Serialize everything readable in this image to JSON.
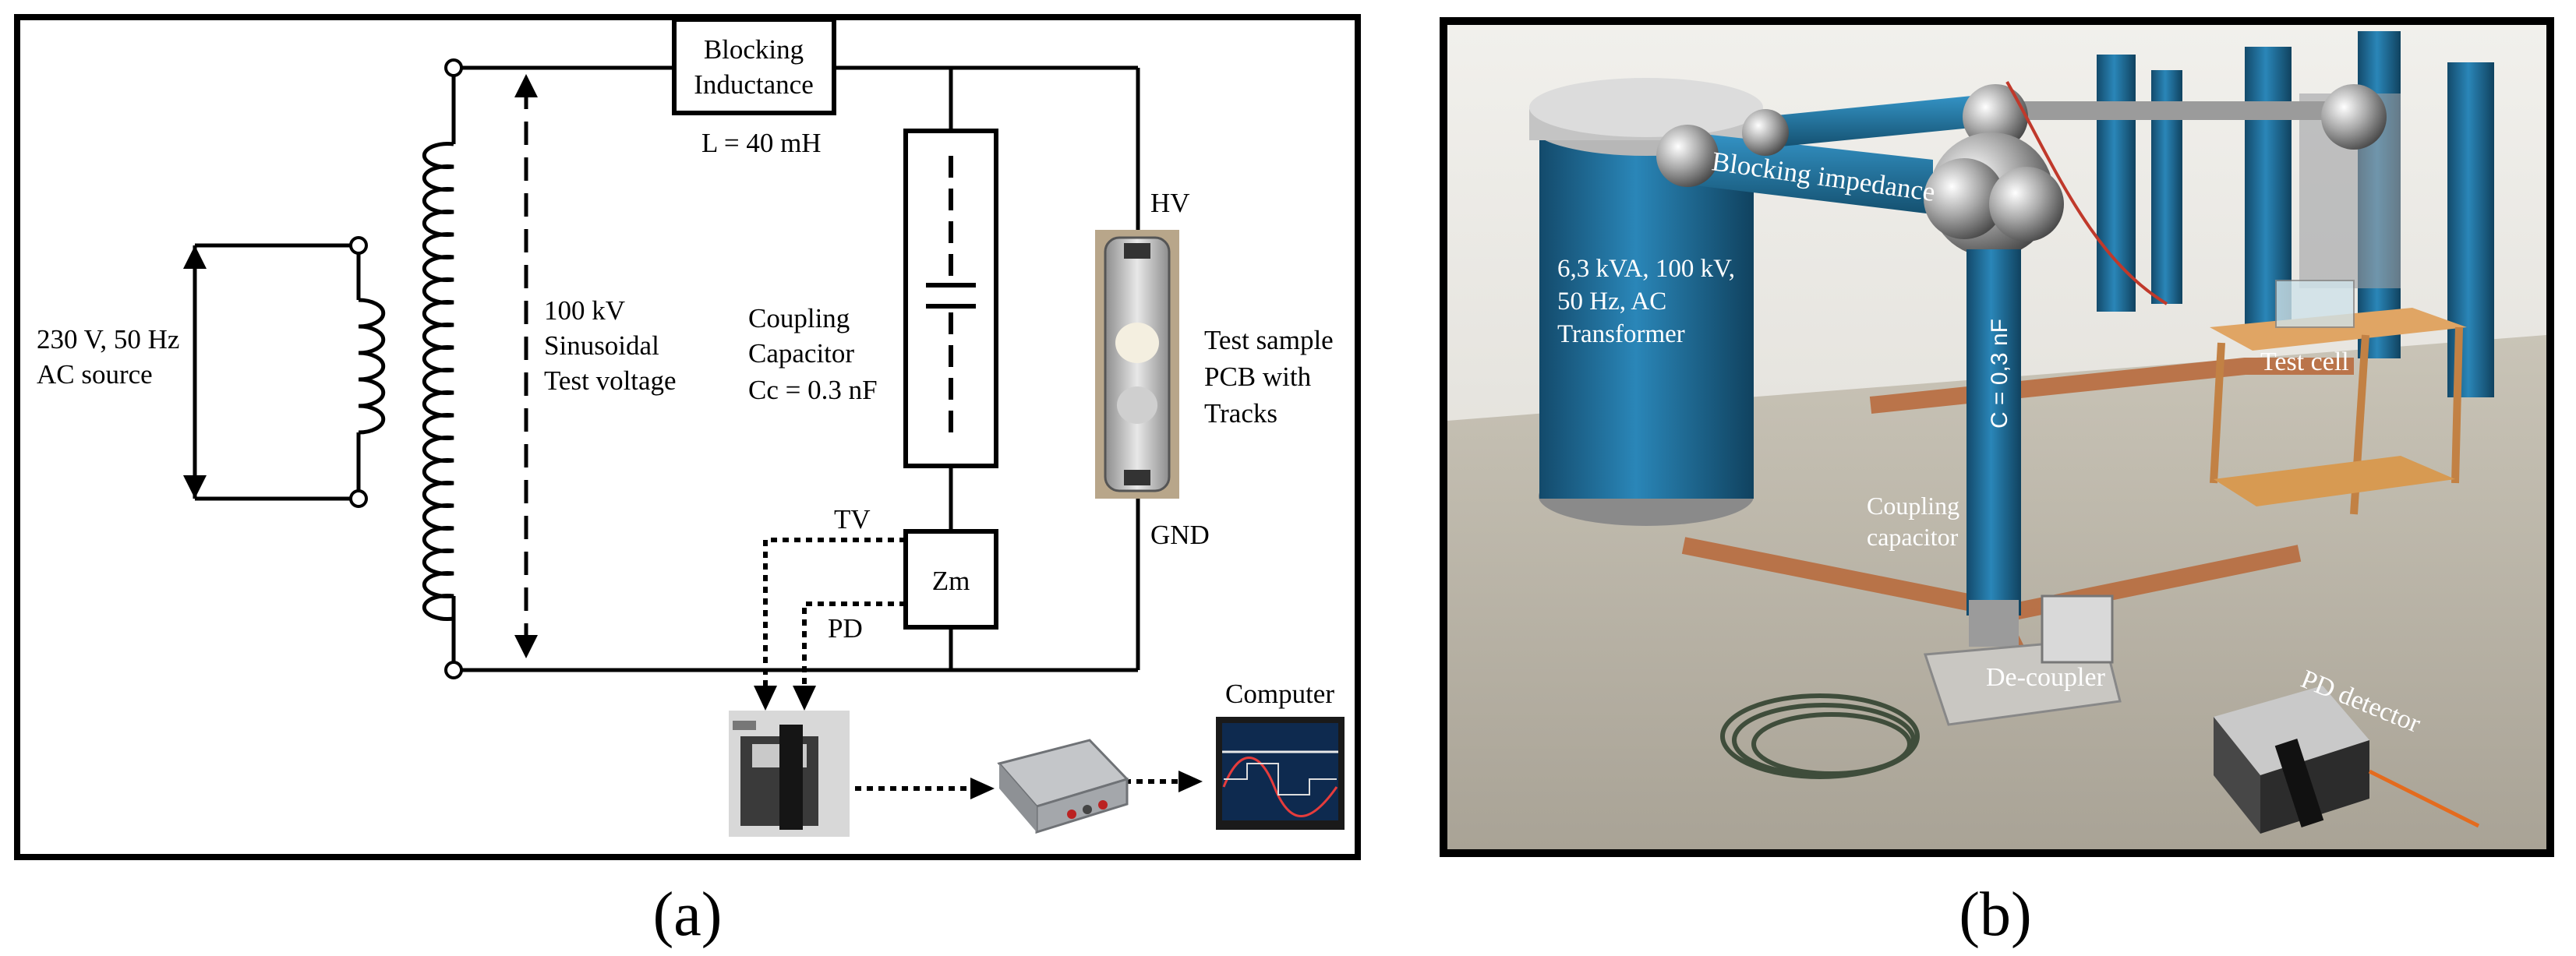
{
  "panel_a": {
    "label": "(a)",
    "source_text": [
      "230 V, 50 Hz",
      "AC source"
    ],
    "test_voltage_text": [
      "100 kV",
      "Sinusoidal",
      "Test voltage"
    ],
    "blocking_title": [
      "Blocking",
      "Inductance"
    ],
    "blocking_value": "L = 40 mH",
    "coupling_text": [
      "Coupling",
      "Capacitor",
      "Cc = 0.3 nF"
    ],
    "hv_label": "HV",
    "gnd_label": "GND",
    "sample_text": [
      "Test sample",
      "PCB with",
      "Tracks"
    ],
    "zm_label": "Zm",
    "tv_label": "TV",
    "pd_label": "PD",
    "computer_label": "Computer"
  },
  "panel_b": {
    "label": "(b)",
    "photo_labels": {
      "blocking_impedance": "Blocking impedance",
      "transformer": [
        "6,3 kVA, 100 kV,",
        "50 Hz, AC",
        "Transformer"
      ],
      "capacitor_marking": "C = 0,3 nF",
      "coupling_capacitor": [
        "Coupling",
        "capacitor"
      ],
      "test_cell": "Test cell",
      "decoupler": "De-coupler",
      "pd_detector": "PD detector"
    }
  },
  "colors": {
    "line": "#000000",
    "equipment_blue": "#1f6f9c",
    "floor": "#cfcbbf",
    "wall": "#e6e4df",
    "table_wood": "#d79a52",
    "cable_copper": "#b86b3e"
  }
}
